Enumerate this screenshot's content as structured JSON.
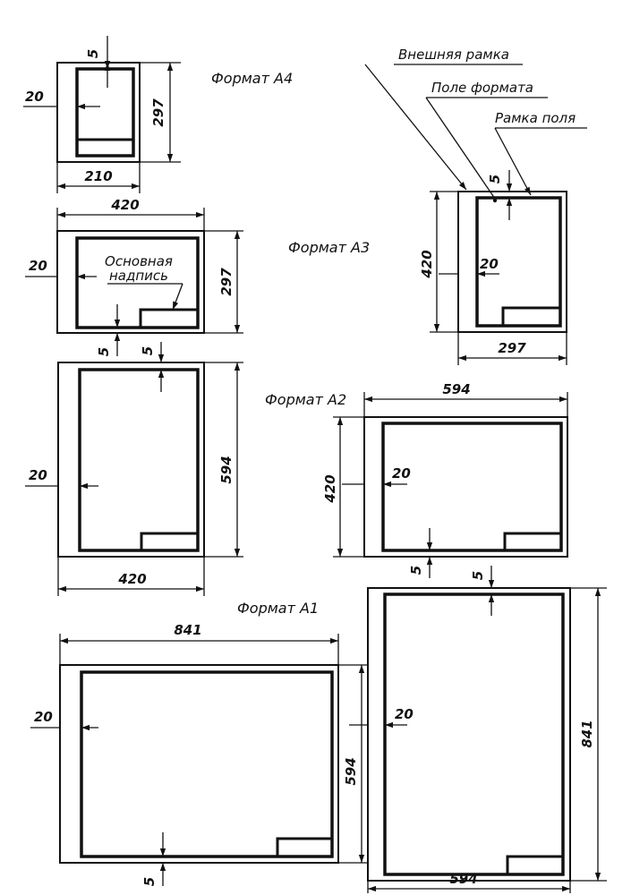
{
  "labels": {
    "format_a4": "Формат А4",
    "format_a3": "Формат А3",
    "format_a2": "Формат А2",
    "format_a1": "Формат А1",
    "outer_frame": "Внешняя рамка",
    "format_field": "Поле формата",
    "field_frame": "Рамка поля",
    "title_block_line1": "Основная",
    "title_block_line2": "надпись"
  },
  "dims": {
    "v5": "5",
    "v20": "20",
    "v210": "210",
    "v297": "297",
    "v420": "420",
    "v594": "594",
    "v841": "841"
  }
}
